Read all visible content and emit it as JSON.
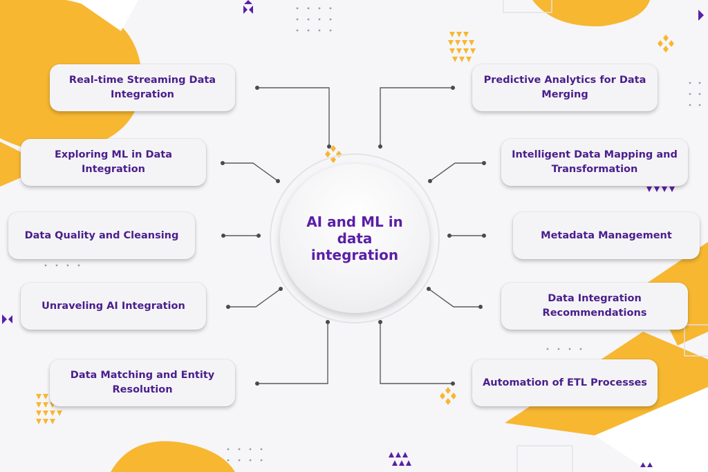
{
  "colors": {
    "accent_orange": "#f7b731",
    "accent_purple": "#5a1fa6",
    "card_text": "#4a1e8c",
    "connector": "#5a5a5a"
  },
  "hub": {
    "title": "AI and ML in data integration"
  },
  "left_topics": [
    "Real-time Streaming Data Integration",
    "Exploring ML in Data Integration",
    "Data Quality and Cleansing",
    "Unraveling AI Integration",
    "Data Matching and Entity Resolution"
  ],
  "right_topics": [
    "Predictive Analytics for Data Merging",
    "Intelligent Data Mapping and Transformation",
    "Metadata Management",
    "Data Integration Recommendations",
    "Automation of ETL Processes"
  ]
}
